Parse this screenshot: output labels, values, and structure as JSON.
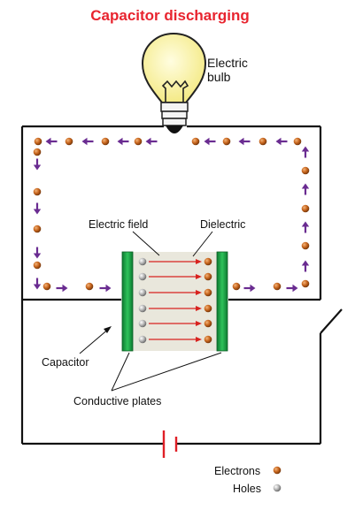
{
  "title": "Capacitor discharging",
  "labels": {
    "bulb_line1": "Electric",
    "bulb_line2": "bulb",
    "electric_field": "Electric field",
    "dielectric": "Dielectric",
    "capacitor": "Capacitor",
    "conductive_plates": "Conductive plates"
  },
  "legend": {
    "electrons": "Electrons",
    "holes": "Holes"
  },
  "colors": {
    "title": "#e8242f",
    "wire": "#111111",
    "arrow": "#6a2c91",
    "electron": "#c8661e",
    "hole": "#a9a9a9",
    "plate": "#21b14a",
    "dielectric_fill": "#e9e7dc",
    "field_arrow": "#d8231f",
    "bulb_glass": "#faf3a6",
    "battery": "#e01f26"
  },
  "icons": {
    "bulb": "light-bulb-icon",
    "battery": "battery-icon",
    "switch": "open-switch-icon"
  }
}
